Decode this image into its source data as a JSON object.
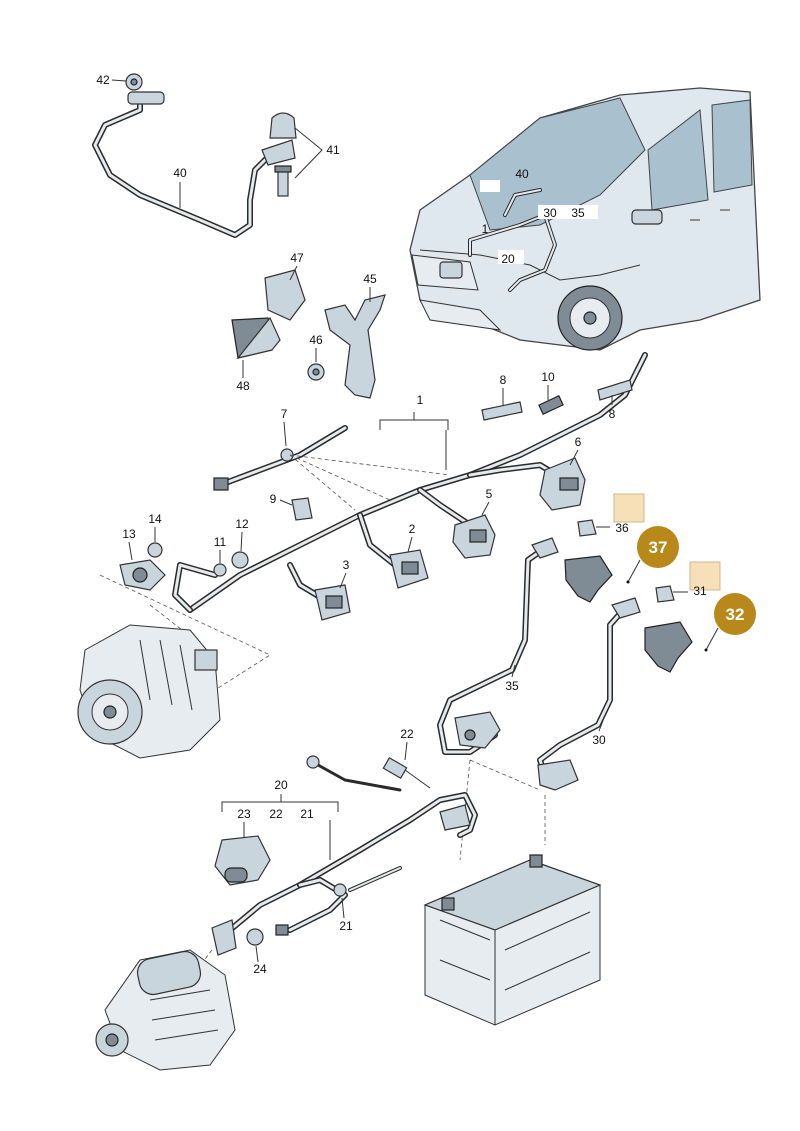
{
  "labels": {
    "l42": "42",
    "l41": "41",
    "l40": "40",
    "l47": "47",
    "l45": "45",
    "l46": "46",
    "l48": "48",
    "l1": "1",
    "l7": "7",
    "l8a": "8",
    "l8b": "8",
    "l10": "10",
    "l6": "6",
    "l9": "9",
    "l5": "5",
    "l36": "36",
    "l31": "31",
    "l13": "13",
    "l14": "14",
    "l11": "11",
    "l12": "12",
    "l2": "2",
    "l3": "3",
    "l35": "35",
    "l30": "30",
    "l22a": "22",
    "l20": "20",
    "l23": "23",
    "l22b": "22",
    "l21a": "21",
    "l21b": "21",
    "l24": "24",
    "car40": "40",
    "car30": "30",
    "car35": "35",
    "car1": "1",
    "car20": "20"
  },
  "badges": {
    "b37": "37",
    "b32": "32"
  },
  "colors": {
    "badge": "#b8891a",
    "highlight": "#f7dfb8",
    "body": "#dfe8ee",
    "wire": "#2a2a2a"
  }
}
